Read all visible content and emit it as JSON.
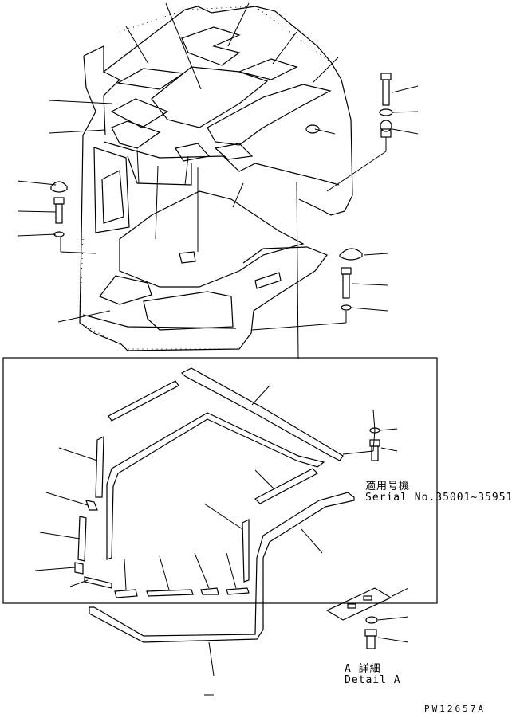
{
  "serial_note": {
    "label_jp": "適用号機",
    "label_en": "Serial No.35001~35951"
  },
  "detail_note": {
    "label_jp": "A 詳細",
    "label_en": "Detail A"
  },
  "drawing_code": "PW12657A"
}
